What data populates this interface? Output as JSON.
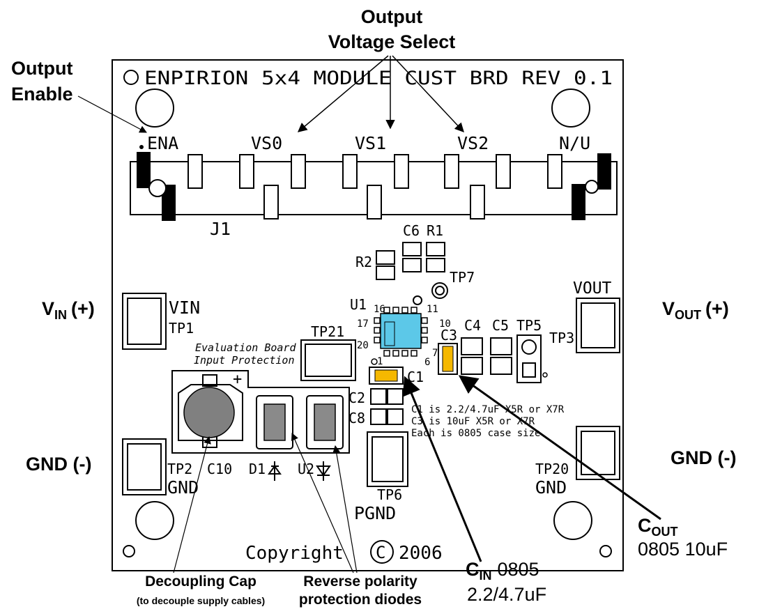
{
  "board": {
    "title": "ENPIRION 5x4 MODULE CUST BRD REV 0.1",
    "copyright": "Copyright",
    "copyright_symbol": "C",
    "copyright_year": "2006"
  },
  "callouts": {
    "output_enable_1": "Output",
    "output_enable_2": "Enable",
    "output_voltage_1": "Output",
    "output_voltage_2": "Voltage Select",
    "vin_v": "V",
    "vin_sub": "IN",
    "vin_pol": "(+)",
    "vout_v": "V",
    "vout_sub": "OUT",
    "vout_pol": "(+)",
    "gnd_left": "GND (-)",
    "gnd_right": "GND (-)",
    "cout_c": "C",
    "cout_sub": "OUT",
    "cout_desc": "0805 10uF",
    "cin_c": "C",
    "cin_sub": "IN",
    "cin_size": "0805",
    "cin_val": "2.2/4.7uF",
    "decoupling_1": "Decoupling Cap",
    "decoupling_2": "(to decouple supply cables)",
    "reverse_1": "Reverse polarity",
    "reverse_2": "protection diodes"
  },
  "silkscreen": {
    "ena": "ENA",
    "vs0": "VS0",
    "vs1": "VS1",
    "vs2": "VS2",
    "nu": "N/U",
    "j1": "J1",
    "c6": "C6",
    "r1": "R1",
    "r2": "R2",
    "tp7": "TP7",
    "u1": "U1",
    "pin16": "16",
    "pin11": "11",
    "pin17": "17",
    "pin10": "10",
    "pin20": "20",
    "pin1": "1",
    "pin6": "6",
    "pin7": "7",
    "c3": "C3",
    "c4": "C4",
    "c5": "C5",
    "tp5": "TP5",
    "tp3": "TP3",
    "vout": "VOUT",
    "vin": "VIN",
    "tp1": "TP1",
    "tp21": "TP21",
    "eval_1": "Evaluation Board",
    "eval_2": "Input Protection",
    "c1": "C1",
    "c2": "C2",
    "c8": "C8",
    "note_1": "C1 is 2.2/4.7uF X5R or X7R",
    "note_2": "C3 is 10uF X5R or X7R",
    "note_3": "Each is 0805 case size",
    "tp2": "TP2",
    "gnd_l": "GND",
    "c10": "C10",
    "d1": "D1",
    "u2": "U2",
    "tp6": "TP6",
    "pgnd": "PGND",
    "tp20": "TP20",
    "gnd_r": "GND",
    "plus": "+"
  },
  "colors": {
    "ic_fill": "#5cc8e8",
    "cap_highlight": "#f5b800",
    "cap_gray": "#8a8a8a",
    "electrolytic": "#808080"
  }
}
